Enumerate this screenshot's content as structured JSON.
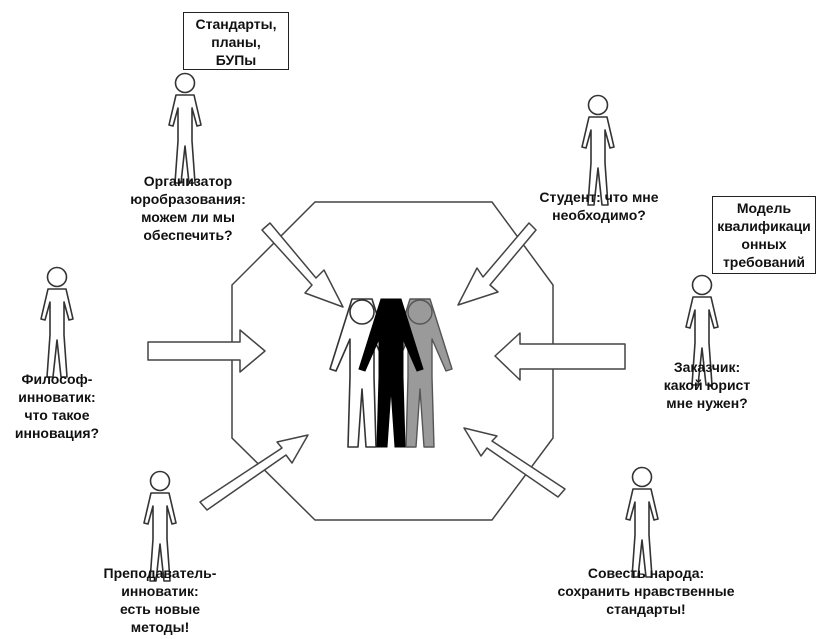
{
  "boxes": {
    "standards": [
      "Стандарты,",
      "планы,",
      "БУПы"
    ],
    "model": [
      "Модель",
      "квалификаци",
      "онных",
      "требований"
    ]
  },
  "actors": {
    "organizer": [
      "Организатор",
      "юробразования:",
      "можем ли мы",
      "обеспечить?"
    ],
    "student": [
      "Студент: что мне",
      "необходимо?"
    ],
    "philosopher": [
      "Философ-",
      "инноватик:",
      "что такое",
      "инновация?"
    ],
    "customer": [
      "Заказчик:",
      "какой юрист",
      "мне нужен?"
    ],
    "teacher": [
      "Преподаватель-",
      "инноватик:",
      "есть новые",
      "методы!"
    ],
    "conscience": [
      "Совесть народа:",
      "сохранить нравственные",
      "стандарты!"
    ]
  },
  "colors": {
    "outline": "#333333",
    "center_front": "#000000",
    "center_back": "#999999",
    "center_white": "#ffffff"
  }
}
